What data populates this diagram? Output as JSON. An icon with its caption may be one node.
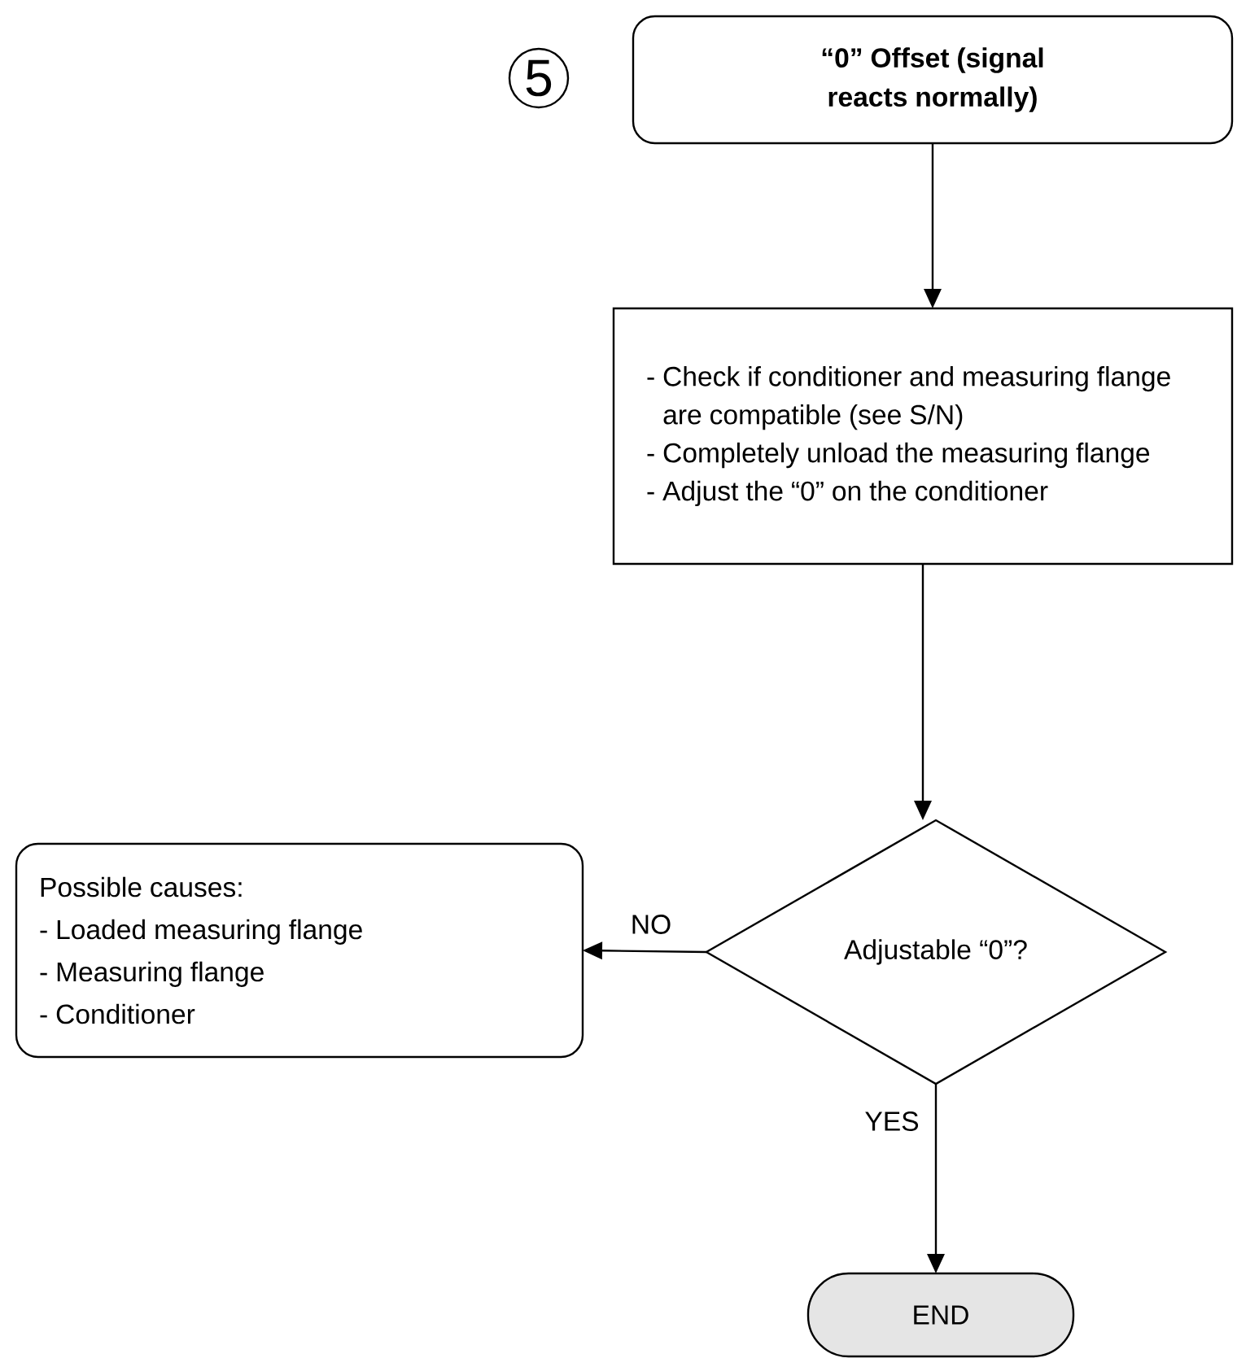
{
  "diagram": {
    "nodes": [
      {
        "text": [
          "5"
        ]
      },
      {
        "text": [
          "“0” Offset (signal reacts normally)"
        ]
      },
      {
        "text": [
          "- Check if conditioner and measuring flange are compatible (see S/N)",
          "- Completely unload the measuring flange",
          "- Adjust the “0” on the conditioner"
        ]
      },
      {
        "text": [
          "Adjustable “0”?"
        ]
      },
      {
        "text": [
          "Possible causes:",
          "- Loaded measuring flange",
          "- Measuring flange",
          "- Conditioner"
        ]
      },
      {
        "text": [
          "END"
        ]
      }
    ],
    "edges": [
      {
        "from": 1,
        "to": 2,
        "arrow": "to"
      },
      {
        "from": 2,
        "to": 3,
        "arrow": "to"
      },
      {
        "from": 3,
        "to": 4,
        "arrow": "to",
        "label": "NO"
      },
      {
        "from": 3,
        "to": 5,
        "arrow": "to",
        "label": "YES"
      }
    ]
  }
}
